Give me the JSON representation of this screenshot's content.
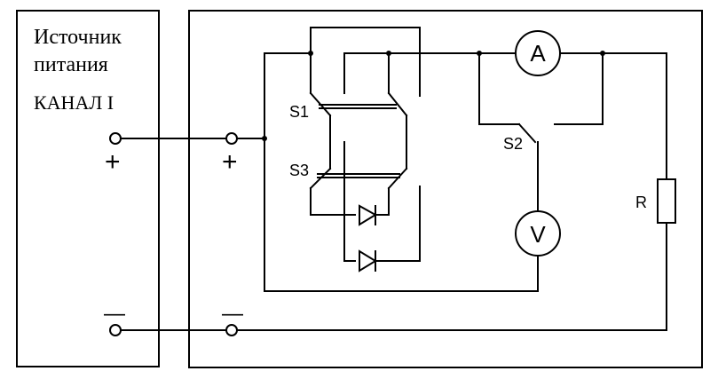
{
  "source": {
    "title_line1": "Источник",
    "title_line2": "питания",
    "channel": "КАНАЛ I",
    "plus": "+",
    "minus": "—"
  },
  "board": {
    "plus": "+",
    "minus": "—"
  },
  "labels": {
    "s1": "S1",
    "s2": "S2",
    "s3": "S3",
    "ammeter": "A",
    "voltmeter": "V",
    "resistor": "R"
  }
}
